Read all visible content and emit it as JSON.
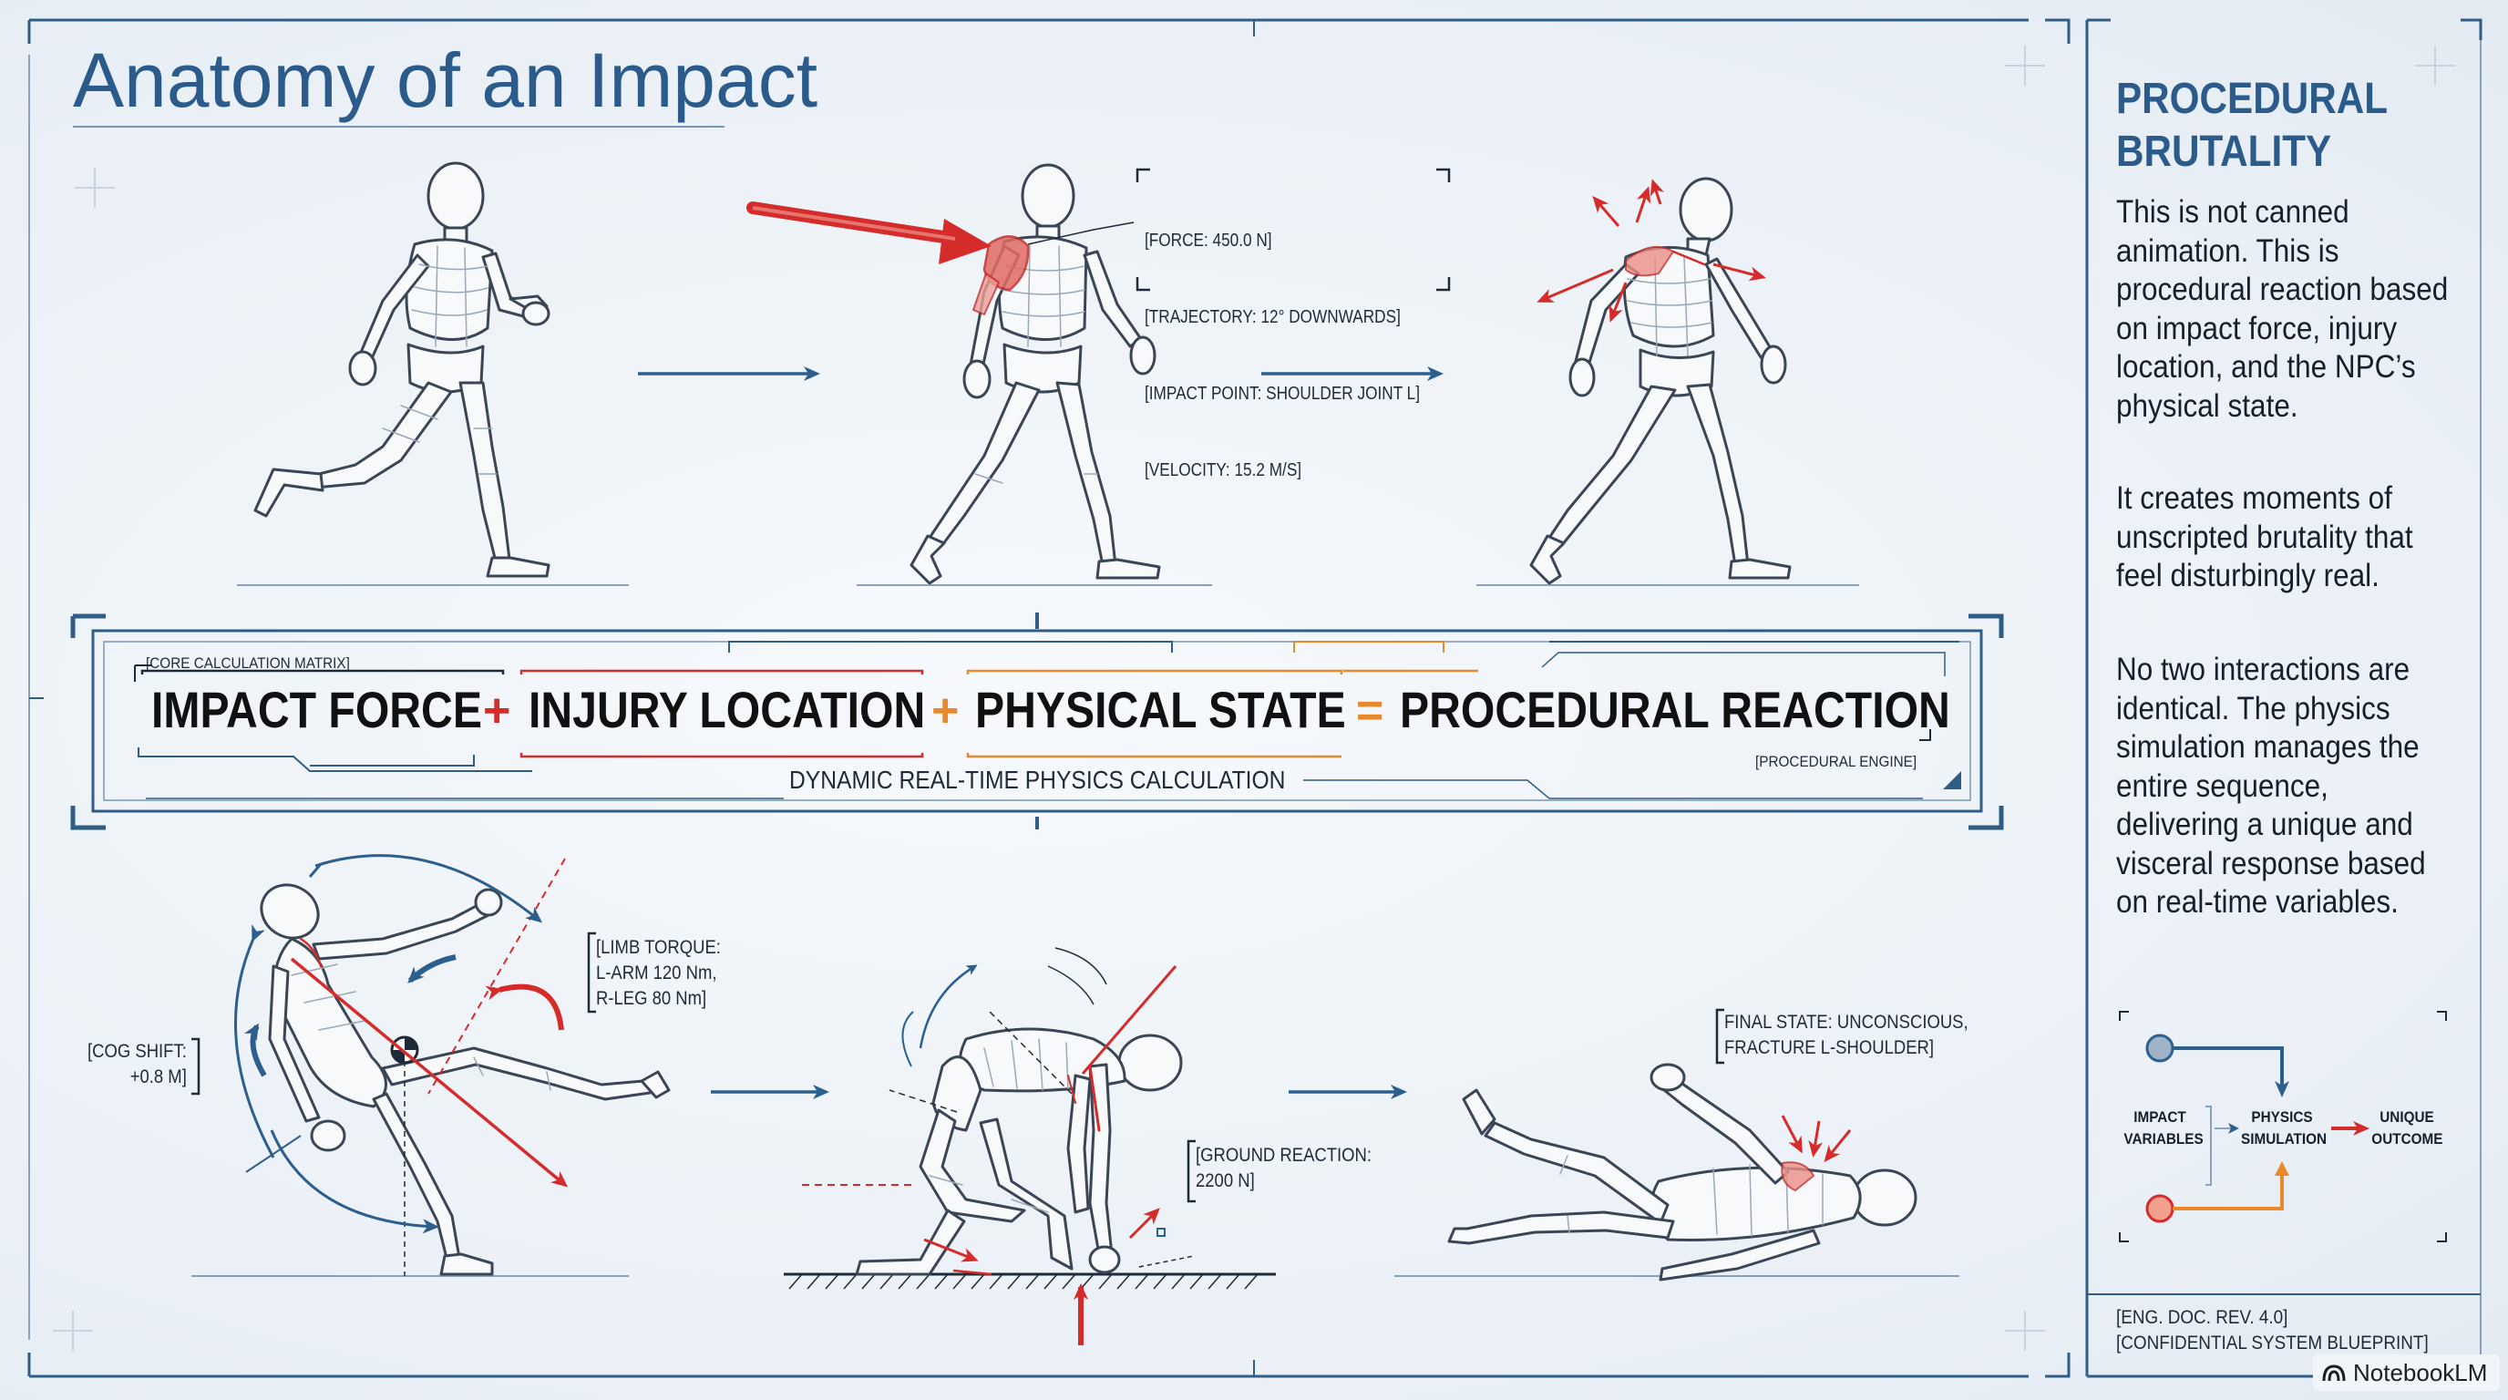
{
  "title": "Anatomy of an Impact",
  "top_annotation": {
    "force": "[FORCE: 450.0 N]",
    "trajectory": "[TRAJECTORY: 12° DOWNWARDS]",
    "impact_point": "[IMPACT POINT: SHOULDER JOINT L]",
    "velocity": "[VELOCITY: 15.2 M/S]"
  },
  "equation": {
    "matrix_tag": "[CORE CALCULATION MATRIX]",
    "term1": "IMPACT FORCE",
    "op1": "+",
    "term2": "INJURY LOCATION",
    "op2": "+",
    "term3": "PHYSICAL STATE",
    "op3": "=",
    "term4": "PROCEDURAL REACTION",
    "engine_tag": "[PROCEDURAL ENGINE]",
    "subtitle": "DYNAMIC REAL-TIME PHYSICS CALCULATION"
  },
  "bottom_annotations": {
    "limb_torque": "[LIMB TORQUE:\nL-ARM 120 Nm,\nR-LEG 80 Nm]",
    "cog_shift": "[COG SHIFT:\n+0.8 M]",
    "ground_reaction": "[GROUND REACTION:\n2200 N]",
    "final_state": "FINAL STATE: UNCONSCIOUS,\nFRACTURE L-SHOULDER]"
  },
  "sidebar": {
    "title": "PROCEDURAL BRUTALITY",
    "para1": "This is not canned animation. This is procedural reaction based on impact force, injury location, and the NPC’s physical state.",
    "para2": "It creates moments of unscripted brutality that feel disturbingly real.",
    "para3": "No two interactions are identical. The physics simulation manages the entire sequence, delivering a unique and visceral response based on real-time variables.",
    "flow": {
      "input": "IMPACT\nVARIABLES",
      "process": "PHYSICS\nSIMULATION",
      "output": "UNIQUE\nOUTCOME"
    },
    "doc_rev": "[ENG. DOC. REV. 4.0]\n[CONFIDENTIAL SYSTEM BLUEPRINT]"
  },
  "brand": "NotebookLM",
  "colors": {
    "frame": "#2f5d86",
    "impact_red": "#d62b2b",
    "state_orange": "#e8892b",
    "arrow_blue": "#2c5f8e"
  }
}
